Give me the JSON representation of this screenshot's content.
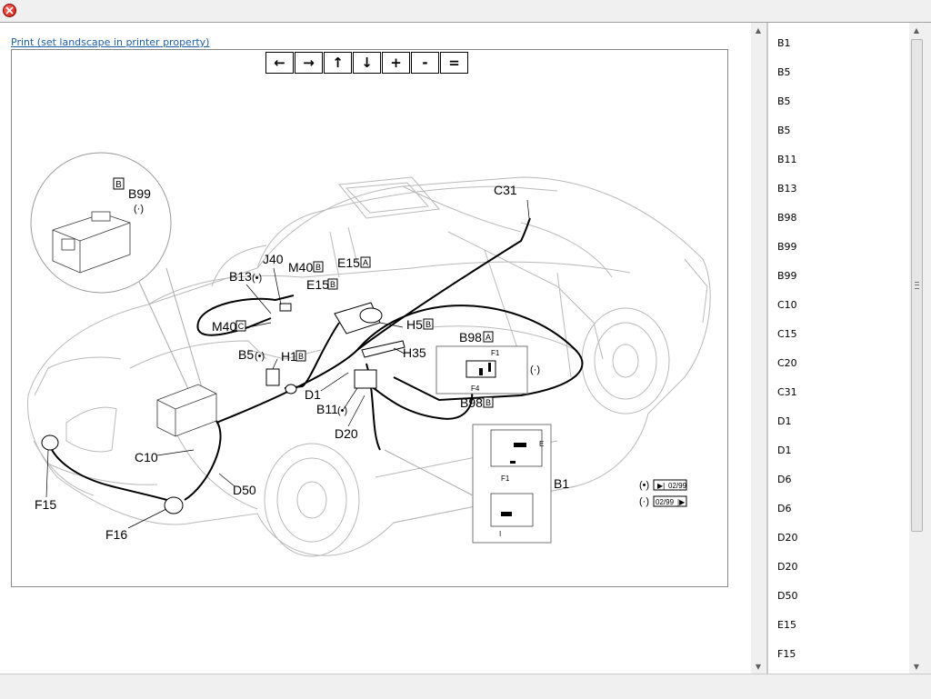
{
  "window": {
    "close_icon": "close-icon",
    "close_color": "#d4180e"
  },
  "main": {
    "print_link": "Print (set landscape in printer property)",
    "toolbar": [
      {
        "name": "pan-left-button",
        "label": "←"
      },
      {
        "name": "pan-right-button",
        "label": "→"
      },
      {
        "name": "pan-up-button",
        "label": "↑"
      },
      {
        "name": "pan-down-button",
        "label": "↓"
      },
      {
        "name": "zoom-in-button",
        "label": "+"
      },
      {
        "name": "zoom-out-button",
        "label": "-"
      },
      {
        "name": "zoom-reset-button",
        "label": "="
      }
    ],
    "diagram": {
      "labels": {
        "B99": "B99",
        "B": "B",
        "A": "A",
        "C": "C",
        "C31": "C31",
        "J40": "J40",
        "M40": "M40",
        "E15": "E15",
        "B13": "B13",
        "H5": "H5",
        "H1": "H1",
        "B5": "B5",
        "H35": "H35",
        "B98": "B98",
        "D1": "D1",
        "B11": "B11",
        "D20": "D20",
        "C10": "C10",
        "D50": "D50",
        "F15": "F15",
        "F16": "F16",
        "B1": "B1",
        "F1": "F1",
        "F4": "F4",
        "E": "E",
        "I": "I",
        "dot_marker": "(•)",
        "dotted_marker": "(·)",
        "date1": "02/99",
        "date2": "02/99"
      }
    }
  },
  "sidebar": {
    "items": [
      "B1",
      "B5",
      "B5",
      "B5",
      "B11",
      "B13",
      "B98",
      "B99",
      "B99",
      "C10",
      "C15",
      "C20",
      "C31",
      "D1",
      "D1",
      "D6",
      "D6",
      "D20",
      "D20",
      "D50",
      "E15",
      "F15"
    ]
  }
}
